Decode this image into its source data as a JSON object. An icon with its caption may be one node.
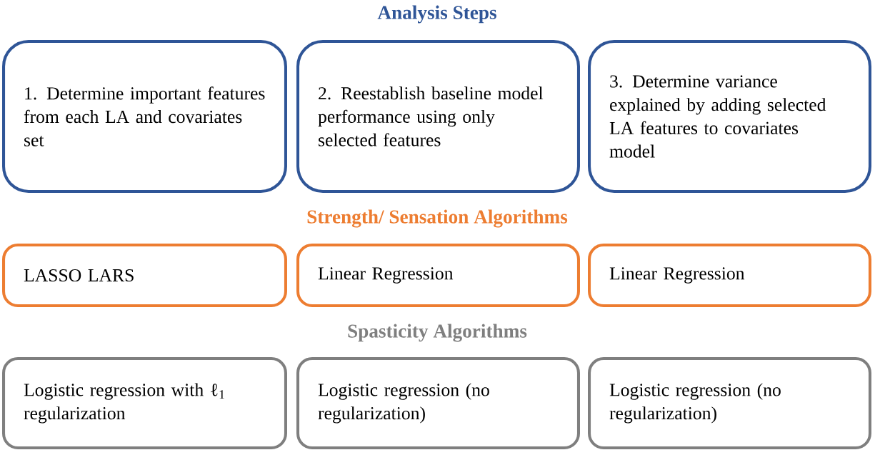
{
  "diagram": {
    "nodes": [
      {
        "text": [
          "1. Determine important features from each LA and covariates set"
        ]
      },
      {
        "text": [
          "2. Reestablish baseline model performance using only selected features"
        ]
      },
      {
        "text": [
          "3. Determine  variance explained by adding selected LA features to covariates model"
        ]
      },
      {
        "text": [
          "LASSO LARS"
        ]
      },
      {
        "text": [
          "Linear Regression"
        ]
      },
      {
        "text": [
          "Linear Regression"
        ]
      },
      {
        "text": [
          "Logistic regression with ℓ$_{1}$ regularization"
        ]
      },
      {
        "text": [
          "Logistic regression (no regularization)"
        ]
      },
      {
        "text": [
          "Logistic regression (no regularization)"
        ]
      }
    ],
    "labels": [
      "Analysis Steps",
      "Strength/ Sensation Algorithms",
      "Spasticity Algorithms"
    ]
  }
}
